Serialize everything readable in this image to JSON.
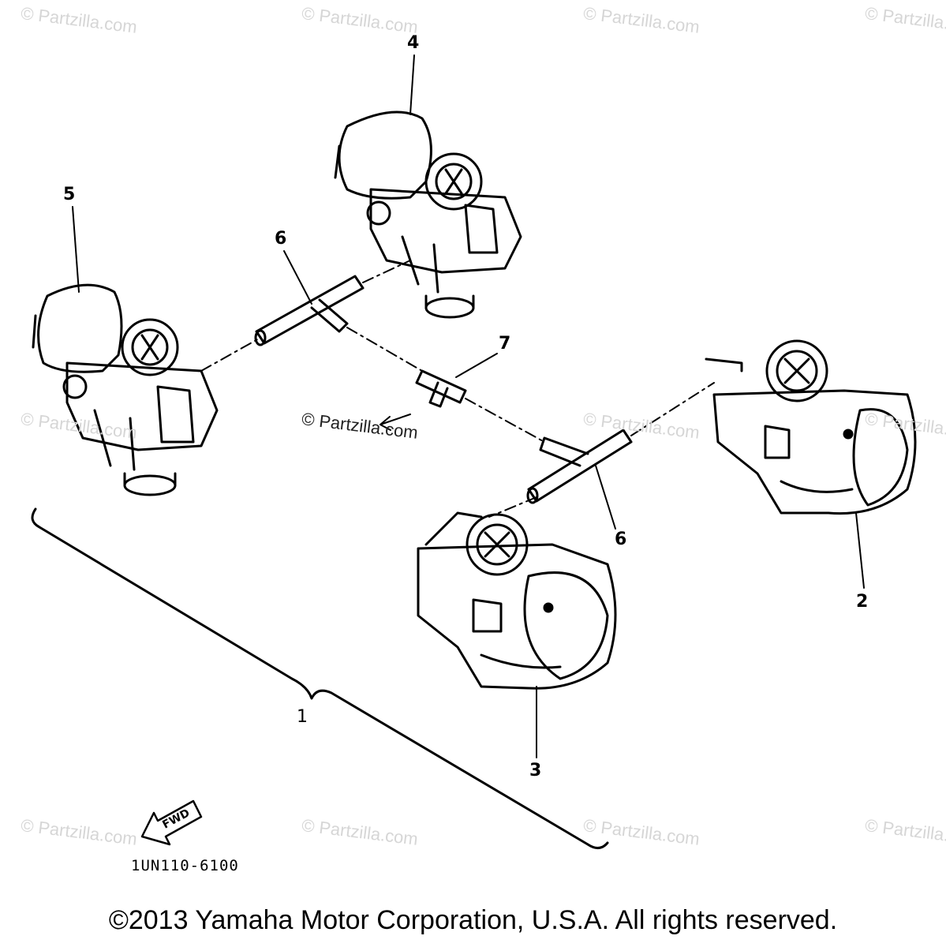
{
  "watermark": {
    "text": "© Partzilla.com"
  },
  "callouts": {
    "carb_assembly": "1",
    "carb_2": "2",
    "carb_3": "3",
    "carb_4": "4",
    "carb_5": "5",
    "joint_6a": "6",
    "joint_6b": "6",
    "joint_7": "7"
  },
  "front_arrow_label": "FWD",
  "diagram_code": "1UN110-6100",
  "copyright": "©2013 Yamaha Motor Corporation, U.S.A. All rights reserved."
}
